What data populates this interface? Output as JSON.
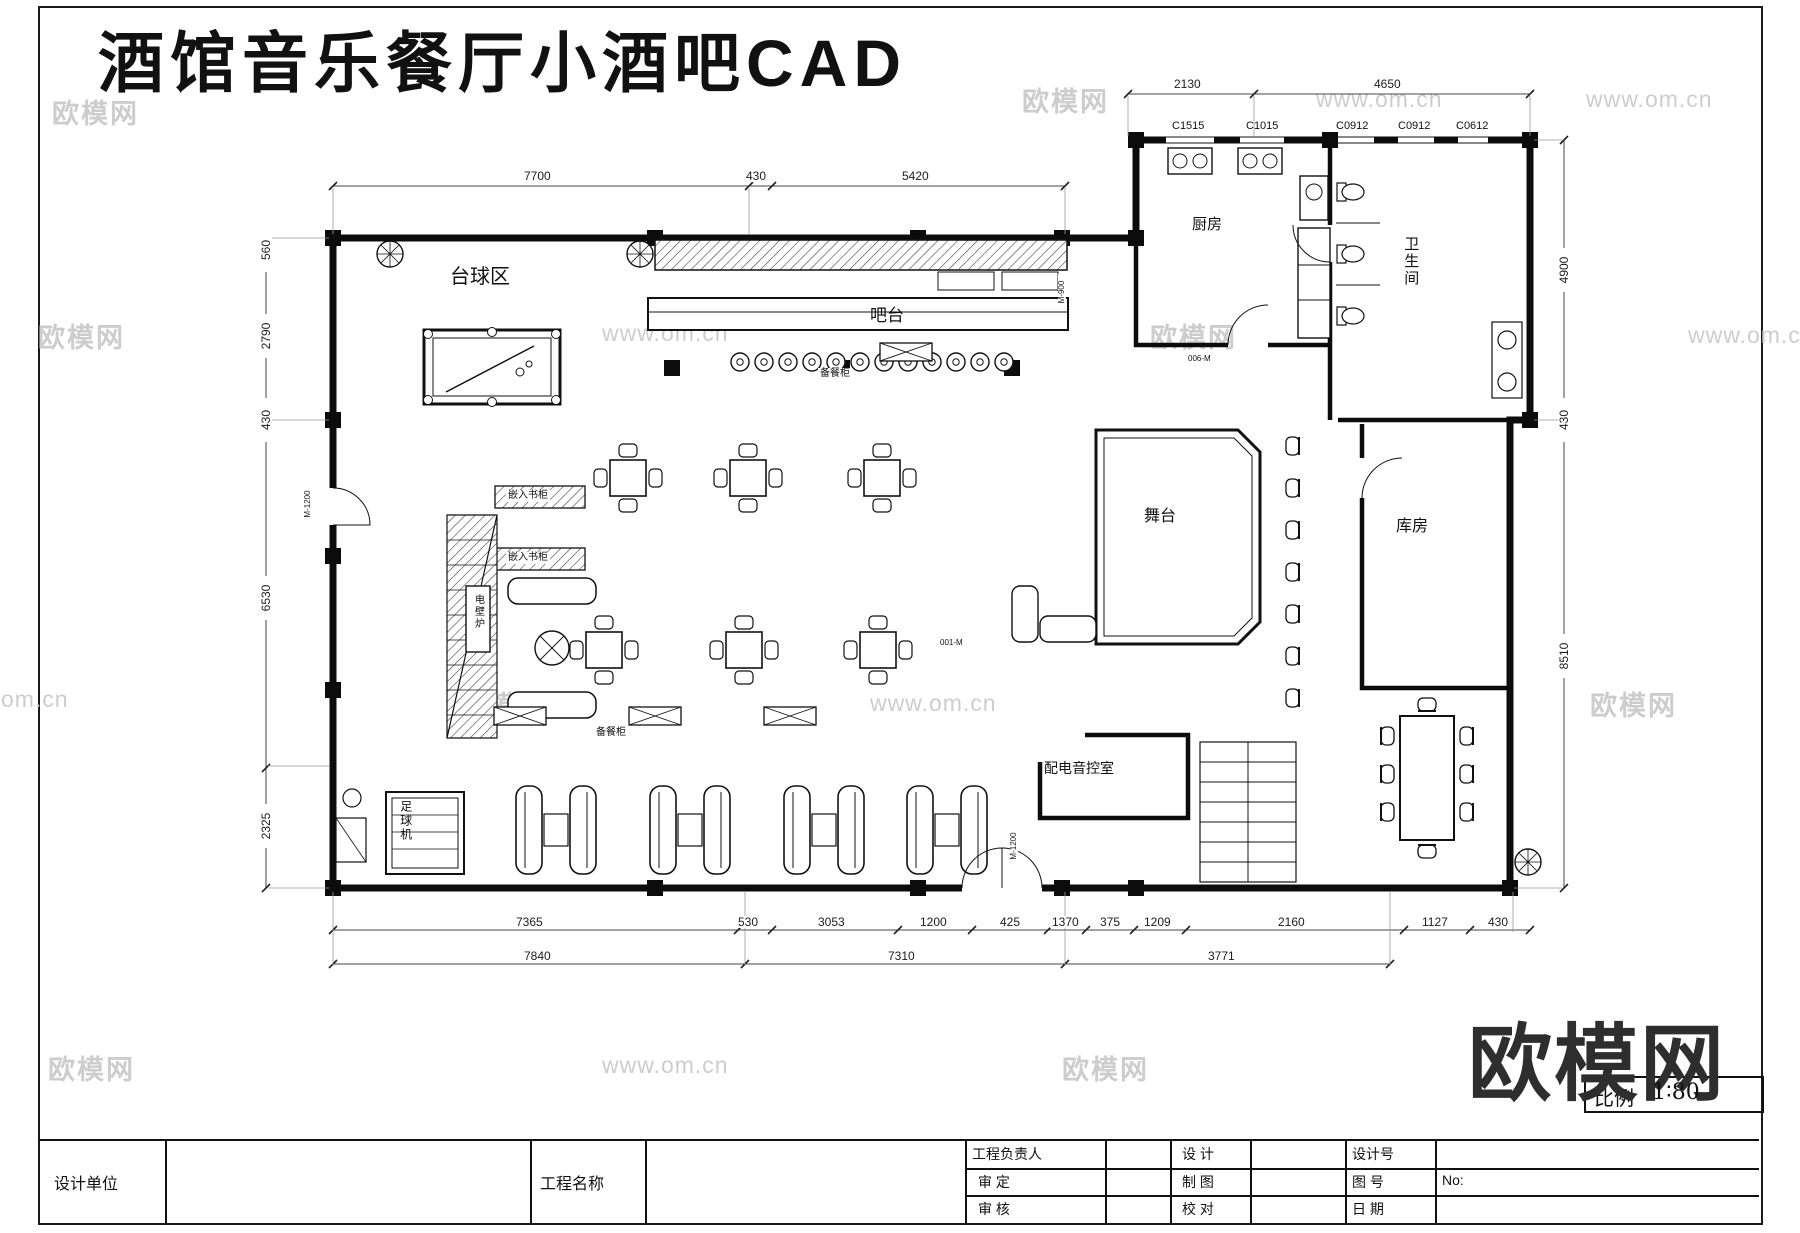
{
  "page": {
    "title": "酒馆音乐餐厅小酒吧CAD"
  },
  "watermark": {
    "brand": "欧模网",
    "url": "www.om.cn"
  },
  "logo": {
    "brand": "欧模网"
  },
  "scale": {
    "label": "比例",
    "value": "1∶80"
  },
  "rooms": {
    "billiards": "台球区",
    "bar": "吧台",
    "kitchen": "厨房",
    "restroom": "卫生间",
    "stage": "舞台",
    "storeroom": "库房",
    "control_room": "配电音控室",
    "foosball": "足球机",
    "prep_cabinet": "备餐柜",
    "prep_cabinet2": "备餐柜",
    "bookcase": "嵌入书柜",
    "bookcase2": "嵌入书柜",
    "fireplace": "电壁炉"
  },
  "doors": {
    "left": "M-1200",
    "kitchen": "M-900",
    "entry": "M-1200",
    "stage": "001-M",
    "store": "006-M"
  },
  "windows": [
    "C1515",
    "C1015",
    "C0912",
    "C0912",
    "C0612"
  ],
  "dims": {
    "top_right": [
      "2130",
      "4650"
    ],
    "top_left": [
      "7700",
      "430",
      "5420"
    ],
    "left": [
      "560",
      "2790",
      "430",
      "6530",
      "2325"
    ],
    "right": [
      "4900",
      "430",
      "8510"
    ],
    "bottom1": [
      "7365",
      "530",
      "3053",
      "1200",
      "425",
      "1370",
      "375",
      "1209",
      "2160",
      "1127",
      "430"
    ],
    "bottom2": [
      "7840",
      "7310",
      "3771"
    ]
  },
  "title_block": {
    "design_unit": "设计单位",
    "project_name": "工程名称",
    "project_lead": "工程负责人",
    "approve": "审  定",
    "check": "审  核",
    "design": "设  计",
    "draft": "制  图",
    "proof": "校  对",
    "design_no": "设计号",
    "sheet_no": "图  号",
    "date": "日  期",
    "no": "No:"
  }
}
